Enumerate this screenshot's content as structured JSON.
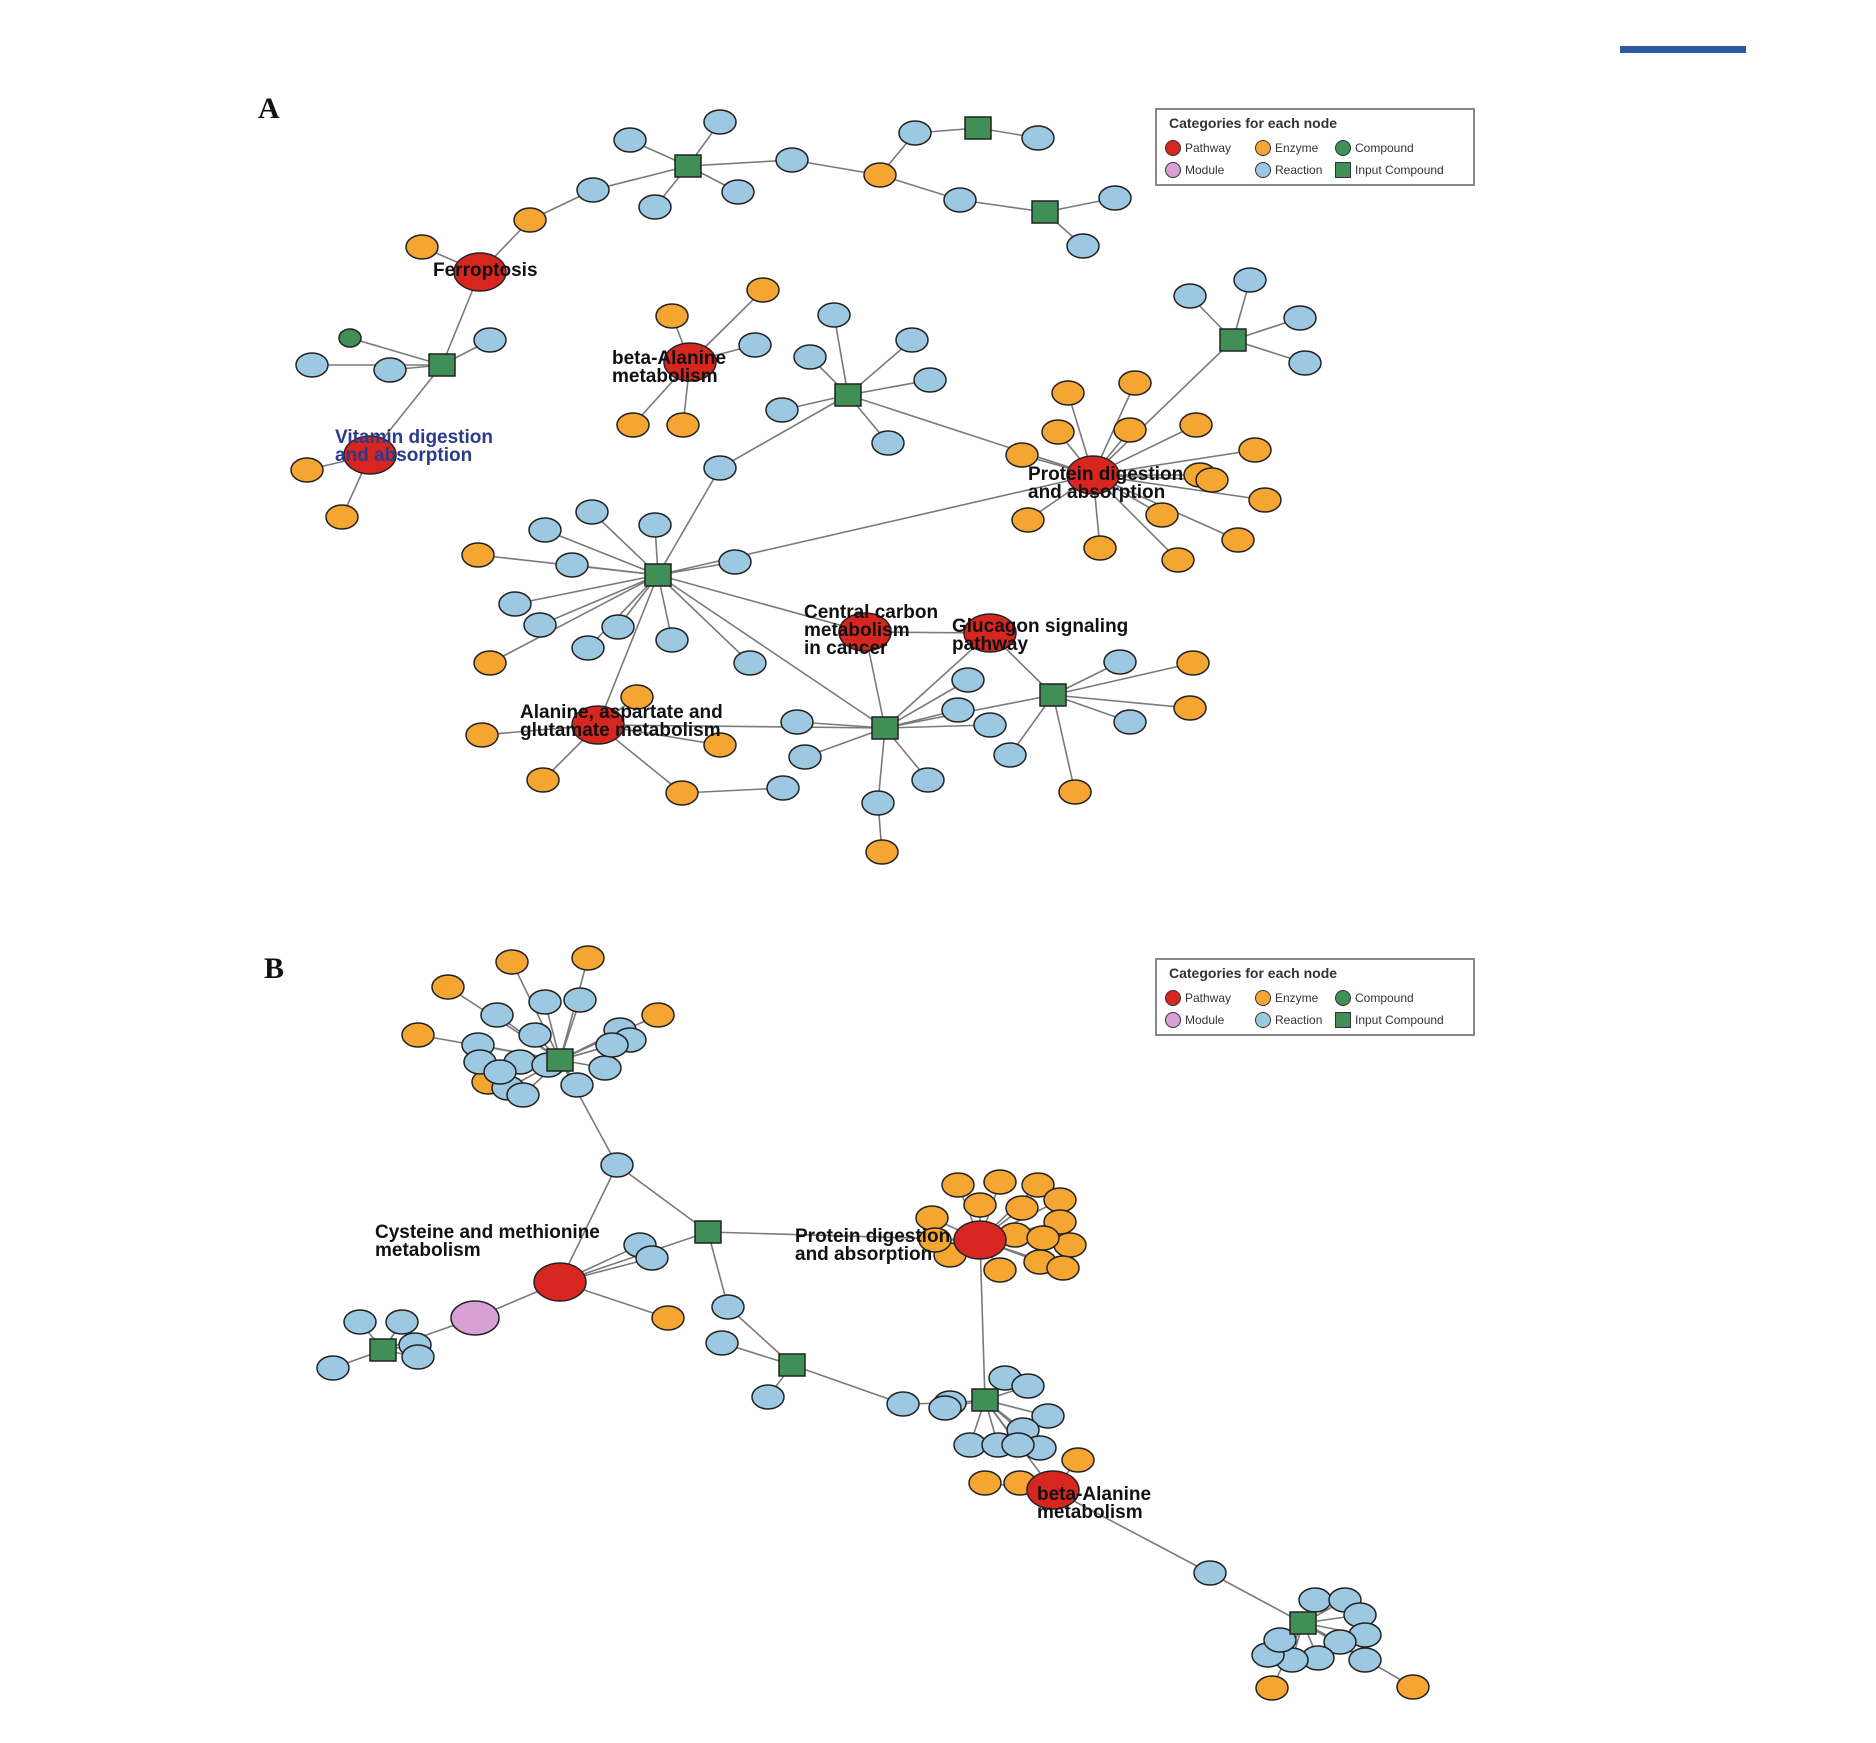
{
  "panels": [
    {
      "letter": "A",
      "legend": {
        "title": "Categories for each node",
        "items": [
          {
            "label": "Pathway",
            "color": "#d7261f",
            "shape": "circle"
          },
          {
            "label": "Enzyme",
            "color": "#f5a632",
            "shape": "circle"
          },
          {
            "label": "Compound",
            "color": "#3f8f57",
            "shape": "circle"
          },
          {
            "label": "Module",
            "color": "#d8a0d4",
            "shape": "circle"
          },
          {
            "label": "Reaction",
            "color": "#9cc8e2",
            "shape": "circle"
          },
          {
            "label": "Input Compound",
            "color": "#3f8f57",
            "shape": "square"
          }
        ]
      },
      "pathway_labels": [
        {
          "text": "Ferroptosis"
        },
        {
          "text": "beta-Alanine\nmetabolism"
        },
        {
          "text": "Vitamin digestion\nand absorption"
        },
        {
          "text": "Protein digestion\nand absorption"
        },
        {
          "text": "Central carbon\nmetabolism\nin cancer"
        },
        {
          "text": "Glucagon signaling\npathway"
        },
        {
          "text": "Alanine, aspartate and\nglutamate metabolism"
        }
      ]
    },
    {
      "letter": "B",
      "legend": {
        "title": "Categories for each node",
        "items": [
          {
            "label": "Pathway",
            "color": "#d7261f",
            "shape": "circle"
          },
          {
            "label": "Enzyme",
            "color": "#f5a632",
            "shape": "circle"
          },
          {
            "label": "Compound",
            "color": "#3f8f57",
            "shape": "circle"
          },
          {
            "label": "Module",
            "color": "#d8a0d4",
            "shape": "circle"
          },
          {
            "label": "Reaction",
            "color": "#9cc8e2",
            "shape": "circle"
          },
          {
            "label": "Input Compound",
            "color": "#3f8f57",
            "shape": "square"
          }
        ]
      },
      "pathway_labels": [
        {
          "text": "Cysteine and methionine\nmetabolism"
        },
        {
          "text": "Protein digestion\nand absorption"
        },
        {
          "text": "beta-Alanine\nmetabolism"
        }
      ]
    }
  ],
  "colors": {
    "pathway": "#d7261f",
    "enzyme": "#f5a632",
    "reaction": "#9cc8e2",
    "compound": "#3f8f57",
    "module": "#d8a0d4",
    "edge": "#7a7a7a",
    "accent_bar": "#2b57a5"
  }
}
